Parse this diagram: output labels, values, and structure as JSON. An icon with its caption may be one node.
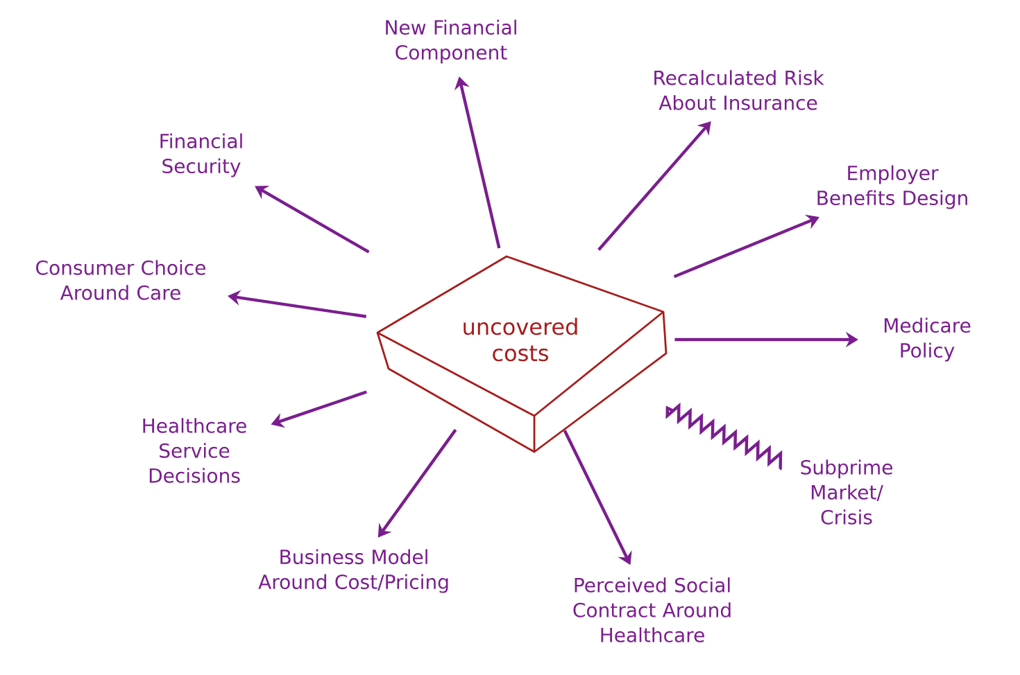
{
  "diagram": {
    "nodes": [
      {
        "text": [
          "uncovered costs"
        ]
      },
      {
        "text": [
          "New Financial Component"
        ]
      },
      {
        "text": [
          "Recalculated Risk About Insurance"
        ]
      },
      {
        "text": [
          "Employer Benefits Design"
        ]
      },
      {
        "text": [
          "Medicare Policy"
        ]
      },
      {
        "text": [
          "Subprime Market/ Crisis"
        ]
      },
      {
        "text": [
          "Perceived Social Contract Around Healthcare"
        ]
      },
      {
        "text": [
          "Business Model Around Cost/Pricing"
        ]
      },
      {
        "text": [
          "Healthcare Service Decisions"
        ]
      },
      {
        "text": [
          "Consumer Choice Around Care"
        ]
      },
      {
        "text": [
          "Financial Security"
        ]
      }
    ],
    "edges": [
      {
        "from": 0,
        "to": 1,
        "arrow": "to"
      },
      {
        "from": 0,
        "to": 2,
        "arrow": "to"
      },
      {
        "from": 0,
        "to": 3,
        "arrow": "to"
      },
      {
        "from": 0,
        "to": 4,
        "arrow": "to"
      },
      {
        "from": 5,
        "to": 0,
        "arrow": "none"
      },
      {
        "from": 0,
        "to": 6,
        "arrow": "to"
      },
      {
        "from": 0,
        "to": 7,
        "arrow": "to"
      },
      {
        "from": 0,
        "to": 8,
        "arrow": "to"
      },
      {
        "from": 0,
        "to": 9,
        "arrow": "to"
      },
      {
        "from": 0,
        "to": 10,
        "arrow": "to"
      }
    ]
  }
}
